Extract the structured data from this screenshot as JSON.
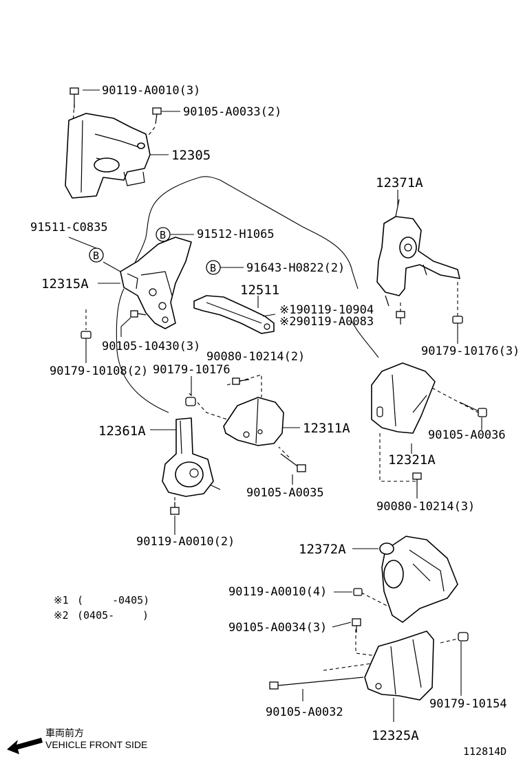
{
  "labels": {
    "top_bolt": "90119-A0010(3)",
    "top_bolt2": "90105-A0033(2)",
    "upper_mount": "12305",
    "clip_left": "91511-C0835",
    "clip_right": "91512-H1065",
    "bracket_left": "12315A",
    "clip_rod": "91643-H0822(2)",
    "rod": "12511",
    "ref1": "※190119-10904",
    "ref2": "※290119-A0083",
    "right_mount": "12371A",
    "bolt_left": "90105-10430(3)",
    "nut_left": "90179-10108(2)",
    "nut_right": "90179-10176(3)",
    "bolt_mid": "90080-10214(2)",
    "nut_mid": "90179-10176",
    "front_mount": "12361A",
    "front_bracket": "12311A",
    "bolt_front": "90105-A0035",
    "bolt_right_bracket": "90105-A0036",
    "right_bracket": "12321A",
    "bolt_lower_right": "90080-10214(3)",
    "bolt_front_bottom": "90119-A0010(2)",
    "rear_mount": "12372A",
    "bolt_rear": "90119-A0010(4)",
    "bolt_rear2": "90105-A0034(3)",
    "bolt_long": "90105-A0032",
    "nut_rear": "90179-10154",
    "rear_bracket": "12325A"
  },
  "clip_badge": "B",
  "notes": {
    "n1_mark": "※1",
    "n1_open": "(",
    "n1_range": "-0405)",
    "n2_mark": "※2",
    "n2_range": "(0405-",
    "n2_close": ")"
  },
  "direction": {
    "jp": "車両前方",
    "en": "VEHICLE FRONT SIDE"
  },
  "figure_id": "112814D"
}
